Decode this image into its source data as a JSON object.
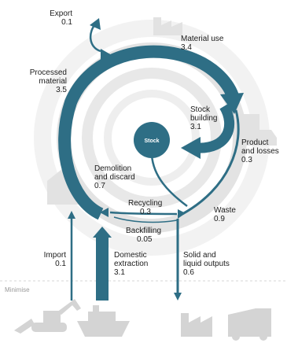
{
  "flows": {
    "export": {
      "label": "Export",
      "value": "0.1"
    },
    "material_use": {
      "label": "Material use",
      "value": "3.4"
    },
    "processed_material": {
      "label1": "Processed",
      "label2": "material",
      "value": "3.5"
    },
    "stock_building": {
      "label1": "Stock",
      "label2": "building",
      "value": "3.1"
    },
    "product_losses": {
      "label1": "Product",
      "label2": "and losses",
      "value": "0.3"
    },
    "demolition": {
      "label1": "Demolition",
      "label2": "and discard",
      "value": "0.7"
    },
    "recycling": {
      "label": "Recycling",
      "value": "0.3"
    },
    "waste": {
      "label": "Waste",
      "value": "0.9"
    },
    "backfilling": {
      "label": "Backfilling",
      "value": "0.05"
    },
    "import": {
      "label": "Import",
      "value": "0.1"
    },
    "domestic_extraction": {
      "label1": "Domestic",
      "label2": "extraction",
      "value": "3.1"
    },
    "solid_liquid": {
      "label1": "Solid and",
      "label2": "liquid outputs",
      "value": "0.6"
    }
  },
  "stock_label": "Stock",
  "minimise_label": "Minimise",
  "colors": {
    "flow": "#2e6e85",
    "ring_dark": "#d9d9d9",
    "ring_light": "#ececec",
    "icon": "#dcdcdc"
  }
}
